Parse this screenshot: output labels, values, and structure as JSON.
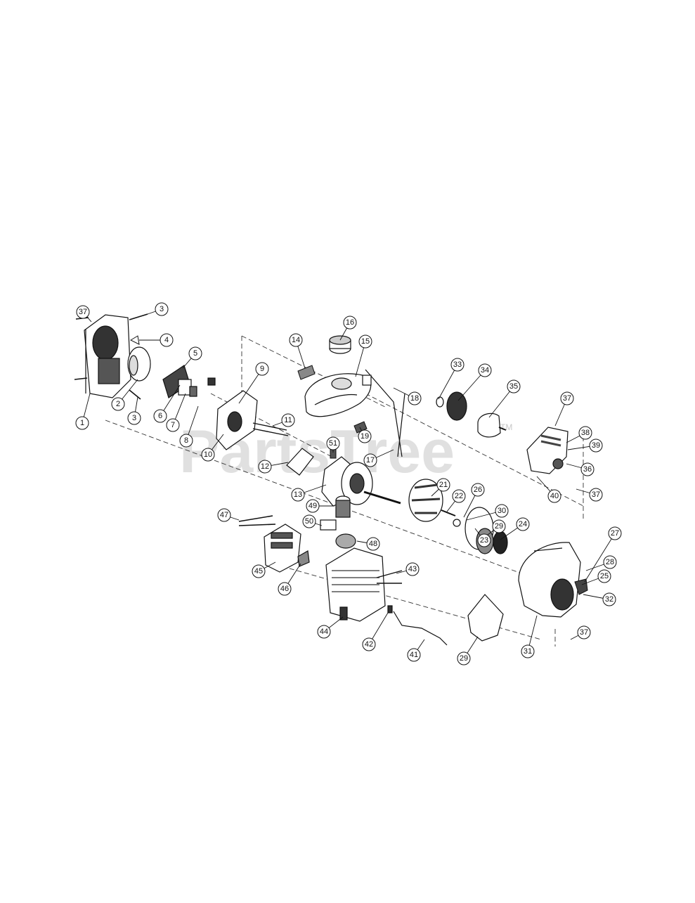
{
  "watermark": {
    "text": "PartsTree",
    "trademark": "TM"
  },
  "callouts": [
    "37",
    "3",
    "4",
    "5",
    "1",
    "2",
    "3",
    "6",
    "7",
    "8",
    "9",
    "10",
    "11",
    "14",
    "16",
    "15",
    "12",
    "13",
    "51",
    "18",
    "33",
    "34",
    "35",
    "19",
    "17",
    "37",
    "38",
    "39",
    "36",
    "40",
    "37",
    "21",
    "22",
    "26",
    "30",
    "29",
    "23",
    "24",
    "27",
    "28",
    "25",
    "32",
    "49",
    "50",
    "48",
    "47",
    "45",
    "46",
    "43",
    "44",
    "42",
    "41",
    "29",
    "31",
    "37"
  ]
}
